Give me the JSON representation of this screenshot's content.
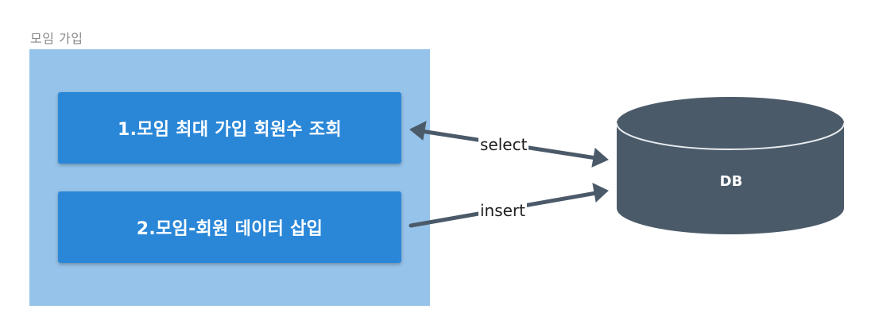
{
  "group": {
    "title": "모임 가입"
  },
  "steps": [
    {
      "label": "1.모임 최대 가입 회원수 조회"
    },
    {
      "label": "2.모임-회원 데이터 삽입"
    }
  ],
  "connections": [
    {
      "label": "select"
    },
    {
      "label": "insert"
    }
  ],
  "database": {
    "label": "DB"
  },
  "colors": {
    "group_fill": "#96c3ea",
    "step_fill": "#2a87d8",
    "db_fill": "#4b5a69",
    "arrow": "#4b5a69"
  }
}
